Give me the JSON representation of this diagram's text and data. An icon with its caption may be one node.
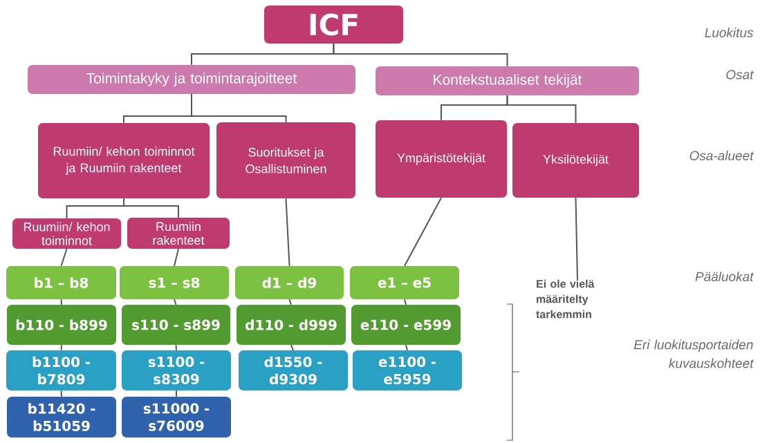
{
  "diagram": {
    "nodes": [
      {
        "text": [
          "ICF"
        ]
      },
      {
        "text": [
          "Toimintakyky ja toimintarajoitteet"
        ]
      },
      {
        "text": [
          "Kontekstuaaliset tekijät"
        ]
      },
      {
        "text": [
          "Ruumiin/ kehon toiminnot ja Ruumiin rakenteet"
        ]
      },
      {
        "text": [
          "Suoritukset ja Osallistuminen"
        ]
      },
      {
        "text": [
          "Ympäristötekijät"
        ]
      },
      {
        "text": [
          "Yksilötekijät"
        ]
      },
      {
        "text": [
          "Ruumiin/ kehon toiminnot"
        ]
      },
      {
        "text": [
          "Ruumiin rakenteet"
        ]
      },
      {
        "text": [
          "b1 – b8"
        ]
      },
      {
        "text": [
          "s1 – s8"
        ]
      },
      {
        "text": [
          "d1 – d9"
        ]
      },
      {
        "text": [
          "e1 – e5"
        ]
      },
      {
        "text": [
          "Ei ole vielä määritelty tarkemmin"
        ]
      },
      {
        "text": [
          "b110 - b899"
        ]
      },
      {
        "text": [
          "s110 - s899"
        ]
      },
      {
        "text": [
          "d110 - d999"
        ]
      },
      {
        "text": [
          "e110 - e599"
        ]
      },
      {
        "text": [
          "b1100 - b7809"
        ]
      },
      {
        "text": [
          "s1100 - s8309"
        ]
      },
      {
        "text": [
          "d1550 - d9309"
        ]
      },
      {
        "text": [
          "e1100 - e5959"
        ]
      },
      {
        "text": [
          "b11420 - b51059"
        ]
      },
      {
        "text": [
          "s11000 - s76009"
        ]
      }
    ],
    "edges": [
      {
        "from": 0,
        "to": 1,
        "arrow": "none"
      },
      {
        "from": 0,
        "to": 2,
        "arrow": "none"
      },
      {
        "from": 1,
        "to": 3,
        "arrow": "none"
      },
      {
        "from": 1,
        "to": 4,
        "arrow": "none"
      },
      {
        "from": 2,
        "to": 5,
        "arrow": "none"
      },
      {
        "from": 2,
        "to": 6,
        "arrow": "none"
      },
      {
        "from": 3,
        "to": 7,
        "arrow": "none"
      },
      {
        "from": 3,
        "to": 8,
        "arrow": "none"
      },
      {
        "from": 7,
        "to": 9,
        "arrow": "none"
      },
      {
        "from": 8,
        "to": 10,
        "arrow": "none"
      },
      {
        "from": 4,
        "to": 11,
        "arrow": "none"
      },
      {
        "from": 5,
        "to": 12,
        "arrow": "none"
      },
      {
        "from": 6,
        "to": 13,
        "arrow": "none"
      },
      {
        "from": 9,
        "to": 14,
        "arrow": "none"
      },
      {
        "from": 10,
        "to": 15,
        "arrow": "none"
      },
      {
        "from": 11,
        "to": 16,
        "arrow": "none"
      },
      {
        "from": 12,
        "to": 17,
        "arrow": "none"
      },
      {
        "from": 14,
        "to": 18,
        "arrow": "none"
      },
      {
        "from": 15,
        "to": 19,
        "arrow": "none"
      },
      {
        "from": 16,
        "to": 20,
        "arrow": "none"
      },
      {
        "from": 17,
        "to": 21,
        "arrow": "none"
      },
      {
        "from": 18,
        "to": 22,
        "arrow": "none"
      },
      {
        "from": 19,
        "to": 23,
        "arrow": "none"
      }
    ],
    "labels": [
      "Luokitus",
      "Osat",
      "Osa-alueet",
      "Pääluokat",
      "Eri luokitusportaiden kuvauskohteet"
    ]
  }
}
